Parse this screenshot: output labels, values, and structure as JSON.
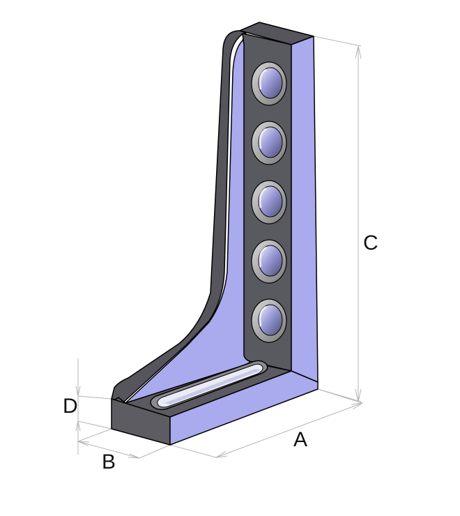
{
  "figure": {
    "colors": {
      "dark_face": "#5a5a60",
      "light_face": "#aaaaee",
      "outline": "#000000",
      "dimension_line": "#b4b4b4",
      "label": "#111111"
    },
    "hole_count": 5,
    "slot_count": 1
  },
  "dimensions": {
    "A": "A",
    "B": "B",
    "C": "C",
    "D": "D"
  }
}
